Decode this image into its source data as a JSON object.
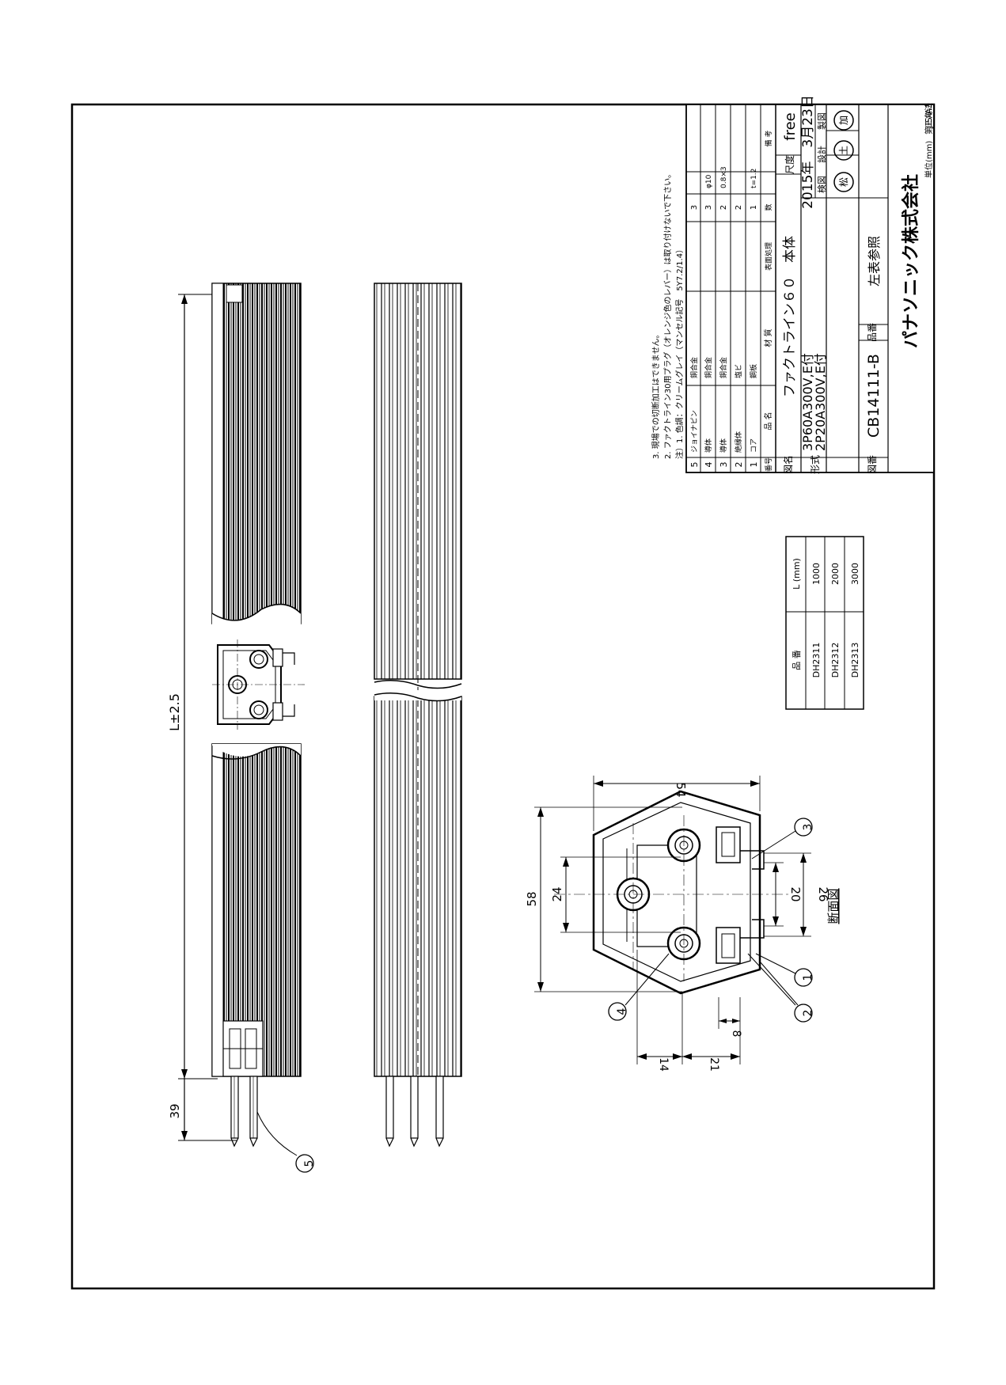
{
  "drawing": {
    "dims": {
      "length": "L±2.5",
      "pin_length": "39",
      "width_54": "54",
      "height_58": "58",
      "d24": "24",
      "d20": "20",
      "d26": "26",
      "d8": "8",
      "d14": "14",
      "d21": "21"
    },
    "balloons": [
      "1",
      "2",
      "3",
      "4",
      "5"
    ],
    "section_title": "断面図"
  },
  "length_table": {
    "headers": [
      "品 番",
      "L (mm)"
    ],
    "rows": [
      [
        "DH2311",
        "1000"
      ],
      [
        "DH2312",
        "2000"
      ],
      [
        "DH2313",
        "3000"
      ]
    ]
  },
  "notes": [
    "注）1. 色調：クリームグレイ（マンセル記号　5Y7.2/1.4）",
    "2. ファクトライン30用プラグ（オレンジ色のレバー）は取り付けないで下さい。",
    "3. 現場での切断加工はできません。"
  ],
  "parts_table": {
    "headers": [
      "番号",
      "品 名",
      "材 質",
      "表面処理",
      "数",
      "備 考"
    ],
    "rows": [
      [
        "5",
        "ジョイナピン",
        "銅合金",
        "",
        "3",
        ""
      ],
      [
        "4",
        "導体",
        "銅合金",
        "",
        "3",
        "φ10"
      ],
      [
        "3",
        "導体",
        "銅合金",
        "",
        "2",
        "0.8×3"
      ],
      [
        "2",
        "絶縁体",
        "塩ビ",
        "",
        "2",
        ""
      ],
      [
        "1",
        "コア",
        "鋼板",
        "",
        "1",
        "t=1.2"
      ]
    ]
  },
  "title_block": {
    "name_label": "図名",
    "name": "ファクトライン６０　本体",
    "scale_label": "尺度",
    "scale": "free",
    "model_label": "形式",
    "model_1": "3P60A300V,E付",
    "model_2": "2P20A300V,E付",
    "date": "2015年　3月23日",
    "roles": [
      "検図",
      "設計",
      "製図"
    ],
    "stamps": [
      "松",
      "土",
      "加"
    ],
    "drawing_no_label": "図番",
    "drawing_no": "CB14111-B",
    "part_no_label": "品番",
    "part_no": "左表参照",
    "company": "パナソニック株式会社",
    "unit": "単位(mm)",
    "projection": "第三角法",
    "paper": "JIS-A3"
  }
}
